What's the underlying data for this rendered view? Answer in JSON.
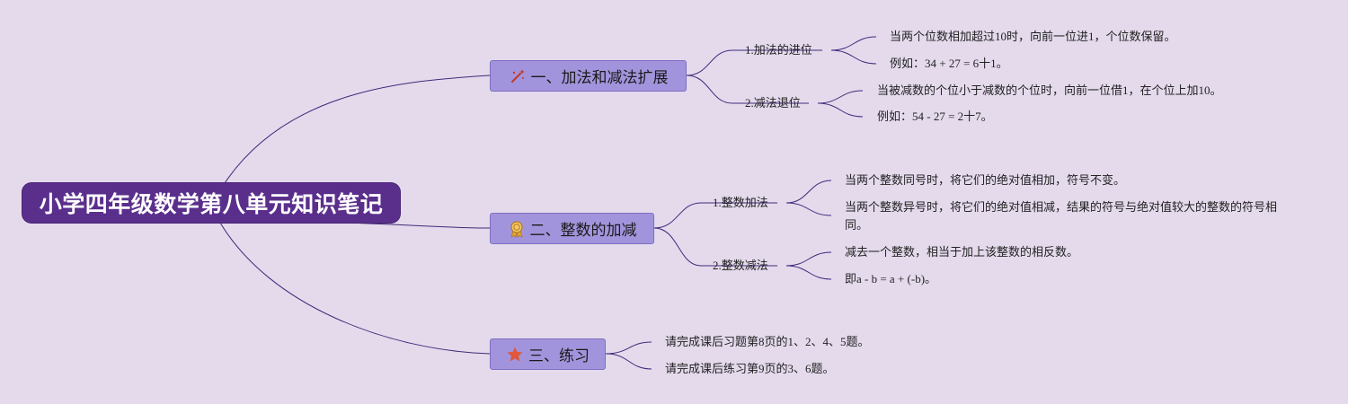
{
  "root": {
    "title": "小学四年级数学第八单元知识笔记"
  },
  "sections": [
    {
      "title": "一、加法和减法扩展",
      "icon": "magic-wand-icon",
      "topics": [
        {
          "title": "1.加法的进位",
          "notes": [
            "当两个位数相加超过10时，向前一位进1，个位数保留。",
            "例如：34 + 27 = 6十1。"
          ]
        },
        {
          "title": "2.减法退位",
          "notes": [
            "当被减数的个位小于减数的个位时，向前一位借1，在个位上加10。",
            "例如：54 - 27 = 2十7。"
          ]
        }
      ]
    },
    {
      "title": "二、整数的加减",
      "icon": "award-medal-icon",
      "topics": [
        {
          "title": "1.整数加法",
          "notes": [
            "当两个整数同号时，将它们的绝对值相加，符号不变。",
            "当两个整数异号时，将它们的绝对值相减，结果的符号与绝对值较大的整数的符号相同。"
          ]
        },
        {
          "title": "2.整数减法",
          "notes": [
            "减去一个整数，相当于加上该整数的相反数。",
            "即a - b = a + (-b)。"
          ]
        }
      ]
    },
    {
      "title": "三、练习",
      "icon": "star-icon",
      "notes": [
        "请完成课后习题第8页的1、2、4、5题。",
        "请完成课后练习第9页的3、6题。"
      ]
    }
  ],
  "colors": {
    "background": "#e4daec",
    "root": "#5a2f8c",
    "section": "#a294dc",
    "line": "#3f2a7a"
  }
}
